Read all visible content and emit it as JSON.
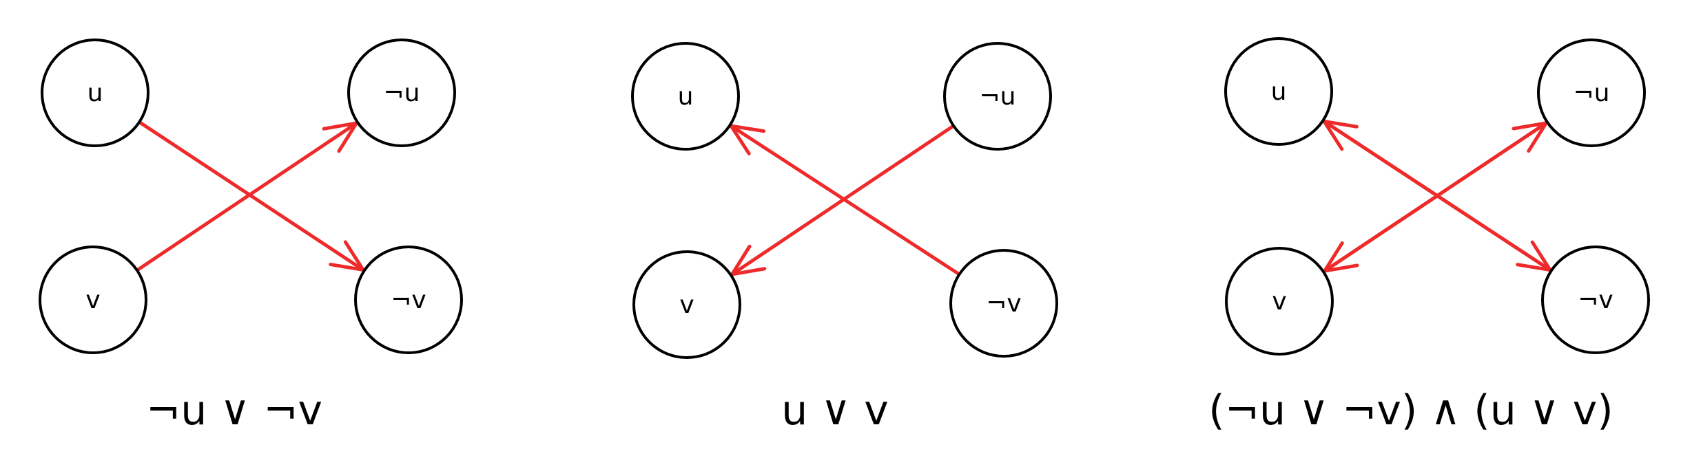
{
  "colors": {
    "edge": "#ee2a2a",
    "node_stroke": "#000000",
    "text": "#000000"
  },
  "diagrams": [
    {
      "nodes": {
        "u": "u",
        "not_u": "¬u",
        "v": "v",
        "not_v": "¬v"
      },
      "formula": "¬u ∨ ¬v",
      "edges": [
        {
          "from": "u",
          "to": "not_v"
        },
        {
          "from": "v",
          "to": "not_u"
        }
      ]
    },
    {
      "nodes": {
        "u": "u",
        "not_u": "¬u",
        "v": "v",
        "not_v": "¬v"
      },
      "formula": "u ∨ v",
      "edges": [
        {
          "from": "not_u",
          "to": "v"
        },
        {
          "from": "not_v",
          "to": "u"
        }
      ]
    },
    {
      "nodes": {
        "u": "u",
        "not_u": "¬u",
        "v": "v",
        "not_v": "¬v"
      },
      "formula": "(¬u ∨ ¬v) ∧ (u ∨ v)",
      "edges": [
        {
          "from": "u",
          "to": "not_v"
        },
        {
          "from": "not_v",
          "to": "u"
        },
        {
          "from": "v",
          "to": "not_u"
        },
        {
          "from": "not_u",
          "to": "v"
        }
      ]
    }
  ]
}
